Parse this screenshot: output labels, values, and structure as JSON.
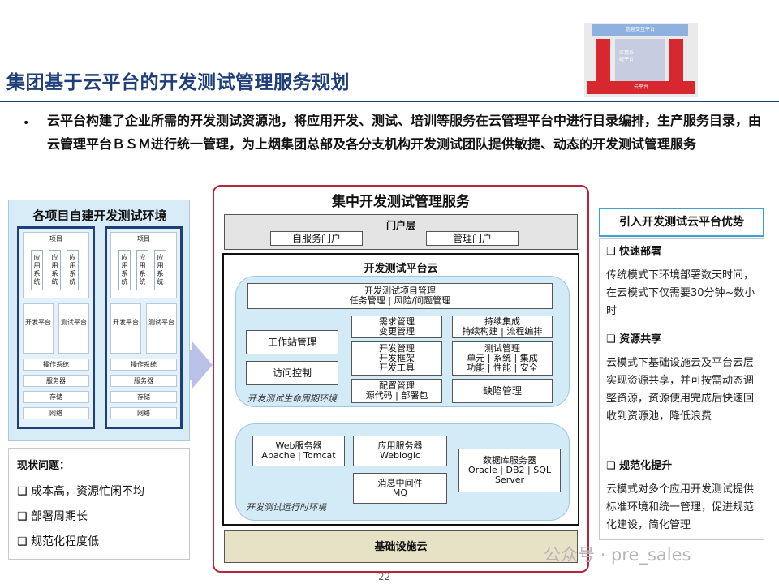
{
  "title": "集团基于云平台的开发测试管理服务规划",
  "intro": "云平台构建了企业所需的开发测试资源池，将应用开发、测试、培训等服务在云管理平台中进行目录编排，生产服务目录，由云管理平台ＢＳＭ进行统一管理，为上烟集团总部及各分支机构开发测试团队提供敏捷、动态的开发测试管理服务",
  "logo": {
    "top_label": "信息交互平台",
    "mid_label": "应用系统平台",
    "base_label": "云平台"
  },
  "left_panel": {
    "title": "各项目自建开发测试环境",
    "project_label": "项目",
    "app_label": "应用系统",
    "dev_label": "开发平台",
    "test_label": "测试平台",
    "os_label": "操作系统",
    "server_label": "服务器",
    "storage_label": "存储",
    "network_label": "网络"
  },
  "problems": {
    "title": "现状问题：",
    "items": [
      "❑ 成本高，资源忙闲不均",
      "❑ 部署周期长",
      "❑ 规范化程度低"
    ]
  },
  "center": {
    "title": "集中开发测试管理服务",
    "portal": {
      "label": "门户层",
      "self_service": "自服务门户",
      "manage": "管理门户"
    },
    "cloud_title": "开发测试平台云",
    "project_mgmt": "开发测试项目管理",
    "project_mgmt_sub": "任务管理 | 风险/问题管理",
    "workstation": "工作站管理",
    "access": "访问控制",
    "req_mgmt": "需求管理",
    "req_mgmt_sub": "变更管理",
    "dev_mgmt": "开发管理",
    "dev_mgmt_sub1": "开发框架",
    "dev_mgmt_sub2": "开发工具",
    "config_mgmt": "配置管理",
    "config_mgmt_sub": "源代码 | 部署包",
    "ci": "持续集成",
    "ci_sub": "持续构建 | 流程编排",
    "test_mgmt": "测试管理",
    "test_mgmt_sub1": "单元 | 系统 | 集成",
    "test_mgmt_sub2": "功能 | 性能 | 安全",
    "defect": "缺陷管理",
    "lifecycle_env": "开发测试生命周期环境",
    "web_server": "Web服务器",
    "web_server_sub": "Apache | Tomcat",
    "app_server": "应用服务器",
    "app_server_sub": "Weblogic",
    "mq": "消息中间件",
    "mq_sub": "MQ",
    "db_server": "数据库服务器",
    "db_server_sub": "Oracle | DB2 | SQL Server",
    "runtime_env": "开发测试运行时环境",
    "infra": "基础设施云"
  },
  "page_number": "22",
  "right": {
    "head": "引入开发测试云平台优势",
    "sections": [
      {
        "heading": "❑ 快速部署",
        "text": "传统模式下环境部署数天时间，在云模式下仅需要30分钟~数小时"
      },
      {
        "heading": "❑ 资源共享",
        "text": "云模式下基础设施云及平台云层实现资源共享，并可按需动态调整资源，资源使用完成后快速回收到资源池，降低浪费"
      },
      {
        "heading": "❑ 规范化提升",
        "text": "云模式对多个应用开发测试提供标准环境和统一管理，促进规范化建设，简化管理"
      }
    ]
  },
  "watermark": "公众号 · pre_sales"
}
